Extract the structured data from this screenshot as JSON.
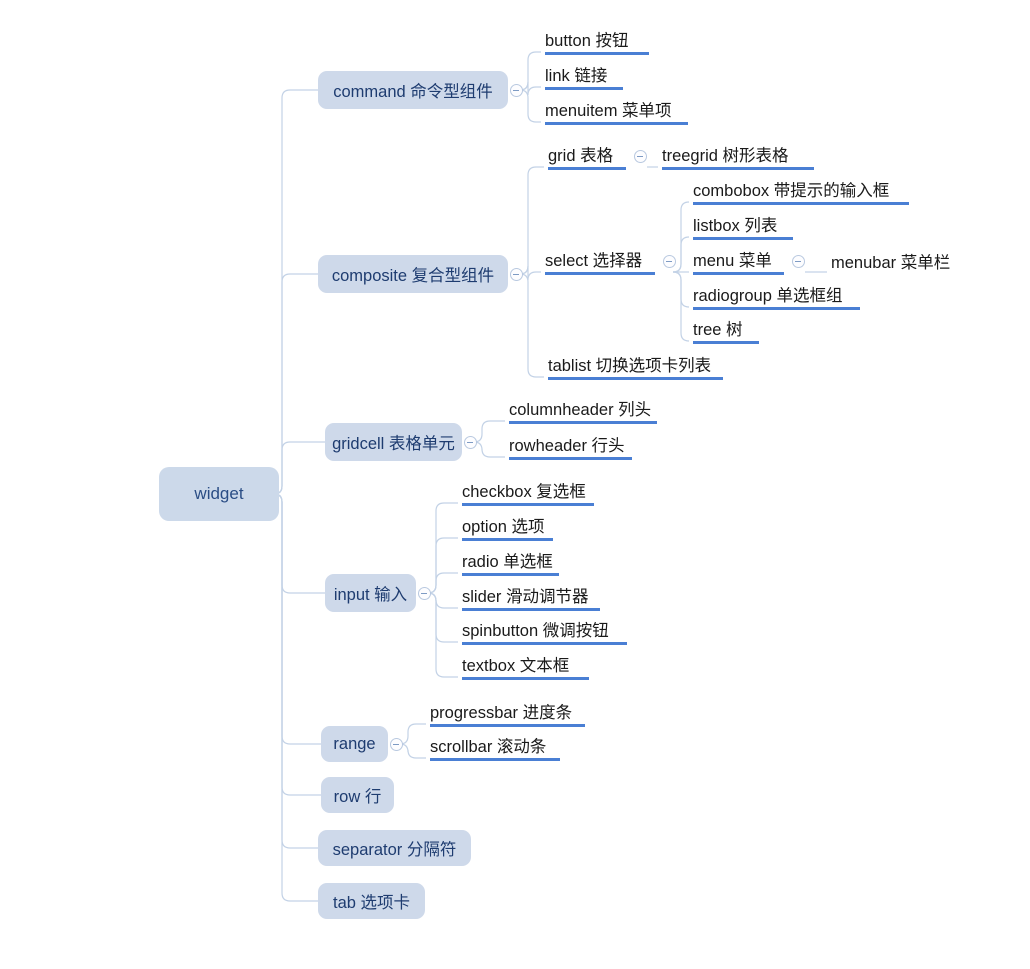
{
  "diagram": {
    "type": "mindmap",
    "title": "widget",
    "orientation": "left-to-right",
    "colors": {
      "node_background": "#ced9ea",
      "node_text": "#1e3c70",
      "leaf_text": "#1a1a1a",
      "leaf_underline": "#4a7fd4",
      "connector": "#c3d2e6",
      "toggle_border": "#b9c9e0",
      "canvas": "#ffffff"
    },
    "icons": {
      "collapse": "minus-circle-icon"
    }
  },
  "root": {
    "label": "widget"
  },
  "branches": [
    {
      "id": "command",
      "label": "command 命令型组件",
      "has_toggle": true,
      "children": [
        {
          "label": "button 按钮",
          "underlined": true
        },
        {
          "label": "link 链接",
          "underlined": true
        },
        {
          "label": "menuitem 菜单项",
          "underlined": true
        }
      ]
    },
    {
      "id": "composite",
      "label": "composite 复合型组件",
      "has_toggle": true,
      "children": [
        {
          "label": "grid 表格",
          "underlined": true,
          "has_toggle": true,
          "children": [
            {
              "label": "treegrid 树形表格",
              "underlined": true
            }
          ]
        },
        {
          "label": "select 选择器",
          "underlined": true,
          "has_toggle": true,
          "children": [
            {
              "label": "combobox 带提示的输入框",
              "underlined": true
            },
            {
              "label": "listbox 列表",
              "underlined": true
            },
            {
              "label": "menu 菜单",
              "underlined": true,
              "has_toggle": true,
              "children": [
                {
                  "label": "menubar 菜单栏",
                  "underlined": false
                }
              ]
            },
            {
              "label": "radiogroup 单选框组",
              "underlined": true
            },
            {
              "label": "tree 树",
              "underlined": true
            }
          ]
        },
        {
          "label": "tablist 切换选项卡列表",
          "underlined": true
        }
      ]
    },
    {
      "id": "gridcell",
      "label": "gridcell 表格单元",
      "has_toggle": true,
      "children": [
        {
          "label": "columnheader 列头",
          "underlined": true
        },
        {
          "label": "rowheader 行头",
          "underlined": true
        }
      ]
    },
    {
      "id": "input",
      "label": "input 输入",
      "has_toggle": true,
      "children": [
        {
          "label": "checkbox 复选框",
          "underlined": true
        },
        {
          "label": "option 选项",
          "underlined": true
        },
        {
          "label": "radio 单选框",
          "underlined": true
        },
        {
          "label": "slider 滑动调节器",
          "underlined": true
        },
        {
          "label": "spinbutton 微调按钮",
          "underlined": true
        },
        {
          "label": "textbox 文本框",
          "underlined": true
        }
      ]
    },
    {
      "id": "range",
      "label": "range",
      "has_toggle": true,
      "children": [
        {
          "label": "progressbar 进度条",
          "underlined": true
        },
        {
          "label": "scrollbar 滚动条",
          "underlined": true
        }
      ]
    },
    {
      "id": "row",
      "label": "row 行",
      "has_toggle": false,
      "children": []
    },
    {
      "id": "separator",
      "label": "separator 分隔符",
      "has_toggle": false,
      "children": []
    },
    {
      "id": "tab",
      "label": "tab 选项卡",
      "has_toggle": false,
      "children": []
    }
  ]
}
